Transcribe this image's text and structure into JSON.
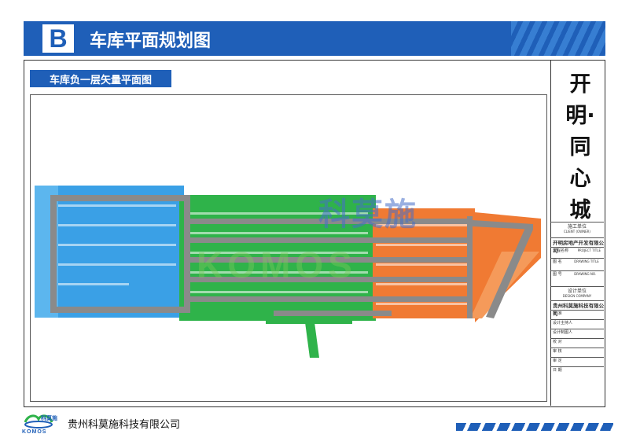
{
  "banner": {
    "badge": "B",
    "title": "车库平面规划图"
  },
  "subtitle": "车库负一层矢量平面图",
  "project_name": "开明·同心城",
  "title_block": {
    "construction_unit_label": "施工单位",
    "construction_unit_label_en": "CLIENT (OWNER)",
    "construction_unit_value": "开明房地产开发有限公司",
    "project_label": "工程名称",
    "project_label_en": "PROJECT TITLE",
    "drawing_label": "图 名",
    "drawing_label_en": "DRAWING TITLE",
    "drawing_no_label": "图 号",
    "drawing_no_label_en": "DRAWING NO.",
    "design_unit_label": "设计单位",
    "design_unit_label_en": "DESIGN COMPANY",
    "design_unit_value": "贵州科莫施科技有限公司",
    "sign_rows": [
      "批 准",
      "设计主持人",
      "设计制图人",
      "校 对",
      "审 核",
      "审 定",
      "日 期"
    ]
  },
  "watermark": {
    "cn": "科莫施",
    "en": "KOMOS"
  },
  "footer": {
    "logo_cn": "科莫施",
    "logo_en": "KOMOS",
    "company": "贵州科莫施科技有限公司"
  },
  "colors": {
    "brand_blue": "#1f5fb8",
    "zone_blue": "#3aa0e6",
    "zone_green": "#2fb34a",
    "zone_orange": "#f07a33",
    "road_gray": "#8a8a8a"
  }
}
